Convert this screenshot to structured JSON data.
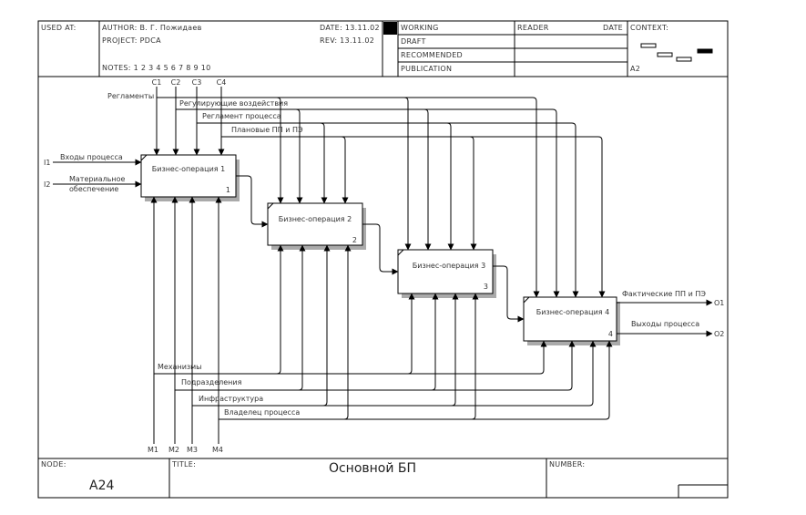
{
  "header": {
    "used_at_label": "USED AT:",
    "author": "AUTHOR:  В. Г. Пожидаев",
    "project": "PROJECT:  PDCA",
    "date": "DATE:  13.11.02",
    "rev": "REV:   13.11.02",
    "notes": "NOTES:  1  2  3  4  5  6  7  8  9  10",
    "status_working": "WORKING",
    "status_draft": "DRAFT",
    "status_recommended": "RECOMMENDED",
    "status_publication": "PUBLICATION",
    "reader": "READER",
    "reader_date": "DATE",
    "context": "CONTEXT:",
    "context_node": "A2"
  },
  "footer": {
    "node_label": "NODE:",
    "node_value": "A24",
    "title_label": "TITLE:",
    "title_value": "Основной БП",
    "number_label": "NUMBER:"
  },
  "controls": {
    "c1": "C1",
    "c2": "C2",
    "c3": "C3",
    "c4": "C4",
    "c1_label": "Регламенты",
    "c2_label": "Регулирующие воздействия",
    "c3_label": "Регламент процесса",
    "c4_label": "Плановые ПП и ПЭ"
  },
  "inputs": {
    "i1": "I1",
    "i2": "I2",
    "i1_label": "Входы процесса",
    "i2_label_1": "Материальное",
    "i2_label_2": "обеспечение"
  },
  "mechanisms": {
    "m1": "M1",
    "m2": "M2",
    "m3": "M3",
    "m4": "M4",
    "m1_label": "Механизмы",
    "m2_label": "Подразделения",
    "m3_label": "Инфраструктура",
    "m4_label": "Владелец процесса"
  },
  "outputs": {
    "o1": "O1",
    "o2": "O2",
    "o1_label": "Фактические ПП и ПЭ",
    "o2_label": "Выходы процесса"
  },
  "boxes": [
    {
      "title": "Бизнес-операция 1",
      "num": "1"
    },
    {
      "title": "Бизнес-операция 2",
      "num": "2"
    },
    {
      "title": "Бизнес-операция 3",
      "num": "3"
    },
    {
      "title": "Бизнес-операция 4",
      "num": "4"
    }
  ]
}
